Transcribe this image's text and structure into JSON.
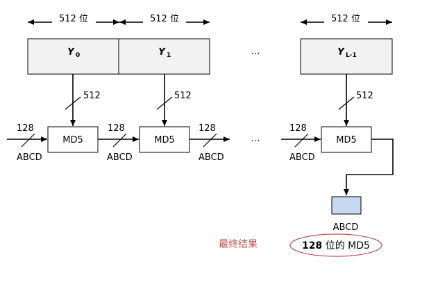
{
  "colors": {
    "block_fill": "#f2f2f2",
    "result_fill": "#c6d9f0",
    "stroke": "#000000",
    "ellipse_stroke": "#c0504d",
    "result_label": "#c0504d"
  },
  "blocks": [
    {
      "name": "Y",
      "sub": "0",
      "width_label": "512 位"
    },
    {
      "name": "Y",
      "sub": "1",
      "width_label": "512 位"
    },
    {
      "name": "Y",
      "sub": "L-1",
      "width_label": "512 位"
    }
  ],
  "ellipsis": "…",
  "md5_label": "MD5",
  "bus_512": "512",
  "bus_128": "128",
  "chain_label": "ABCD",
  "output_label": "ABCD",
  "final_result_label": "最终结果",
  "final_result_text": {
    "number": "128",
    "rest": " 位的 MD5"
  }
}
